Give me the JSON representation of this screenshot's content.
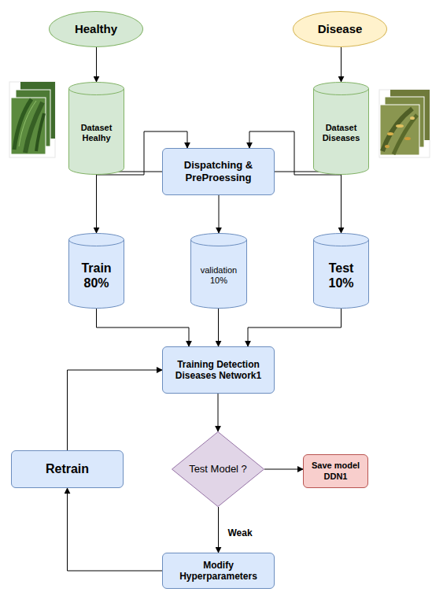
{
  "diagram": {
    "nodes": [
      {
        "text": [
          "Healthy"
        ]
      },
      {
        "text": [
          "Disease"
        ]
      },
      {
        "text": [
          "Dataset Healhy"
        ]
      },
      {
        "text": [
          "Dataset Diseases"
        ]
      },
      {
        "text": [
          "Dispatching & PreProessing"
        ]
      },
      {
        "text": [
          "Train 80%"
        ]
      },
      {
        "text": [
          "validation 10%"
        ]
      },
      {
        "text": [
          "Test 10%"
        ]
      },
      {
        "text": [
          "Training Detection Diseases Network1"
        ]
      },
      {
        "text": [
          "Test Model ?"
        ]
      },
      {
        "text": [
          "Save model DDN1"
        ]
      },
      {
        "text": [
          "Retrain"
        ]
      },
      {
        "text": [
          "Modify Hyperparameters"
        ]
      }
    ],
    "edges": [
      {
        "from": 0,
        "to": 2,
        "arrow": "to"
      },
      {
        "from": 1,
        "to": 3,
        "arrow": "to"
      },
      {
        "from": 2,
        "to": 4,
        "arrow": "to"
      },
      {
        "from": 3,
        "to": 4,
        "arrow": "to"
      },
      {
        "from": 4,
        "to": 5,
        "arrow": "to"
      },
      {
        "from": 4,
        "to": 6,
        "arrow": "to"
      },
      {
        "from": 4,
        "to": 7,
        "arrow": "to"
      },
      {
        "from": 5,
        "to": 8,
        "arrow": "to"
      },
      {
        "from": 6,
        "to": 8,
        "arrow": "to"
      },
      {
        "from": 7,
        "to": 8,
        "arrow": "to"
      },
      {
        "from": 8,
        "to": 9,
        "arrow": "to"
      },
      {
        "from": 9,
        "to": 10,
        "arrow": "to"
      },
      {
        "from": 9,
        "to": 12,
        "label": "Weak",
        "arrow": "to"
      },
      {
        "from": 12,
        "to": 11,
        "arrow": "to"
      },
      {
        "from": 11,
        "to": 8,
        "arrow": "to"
      }
    ]
  }
}
